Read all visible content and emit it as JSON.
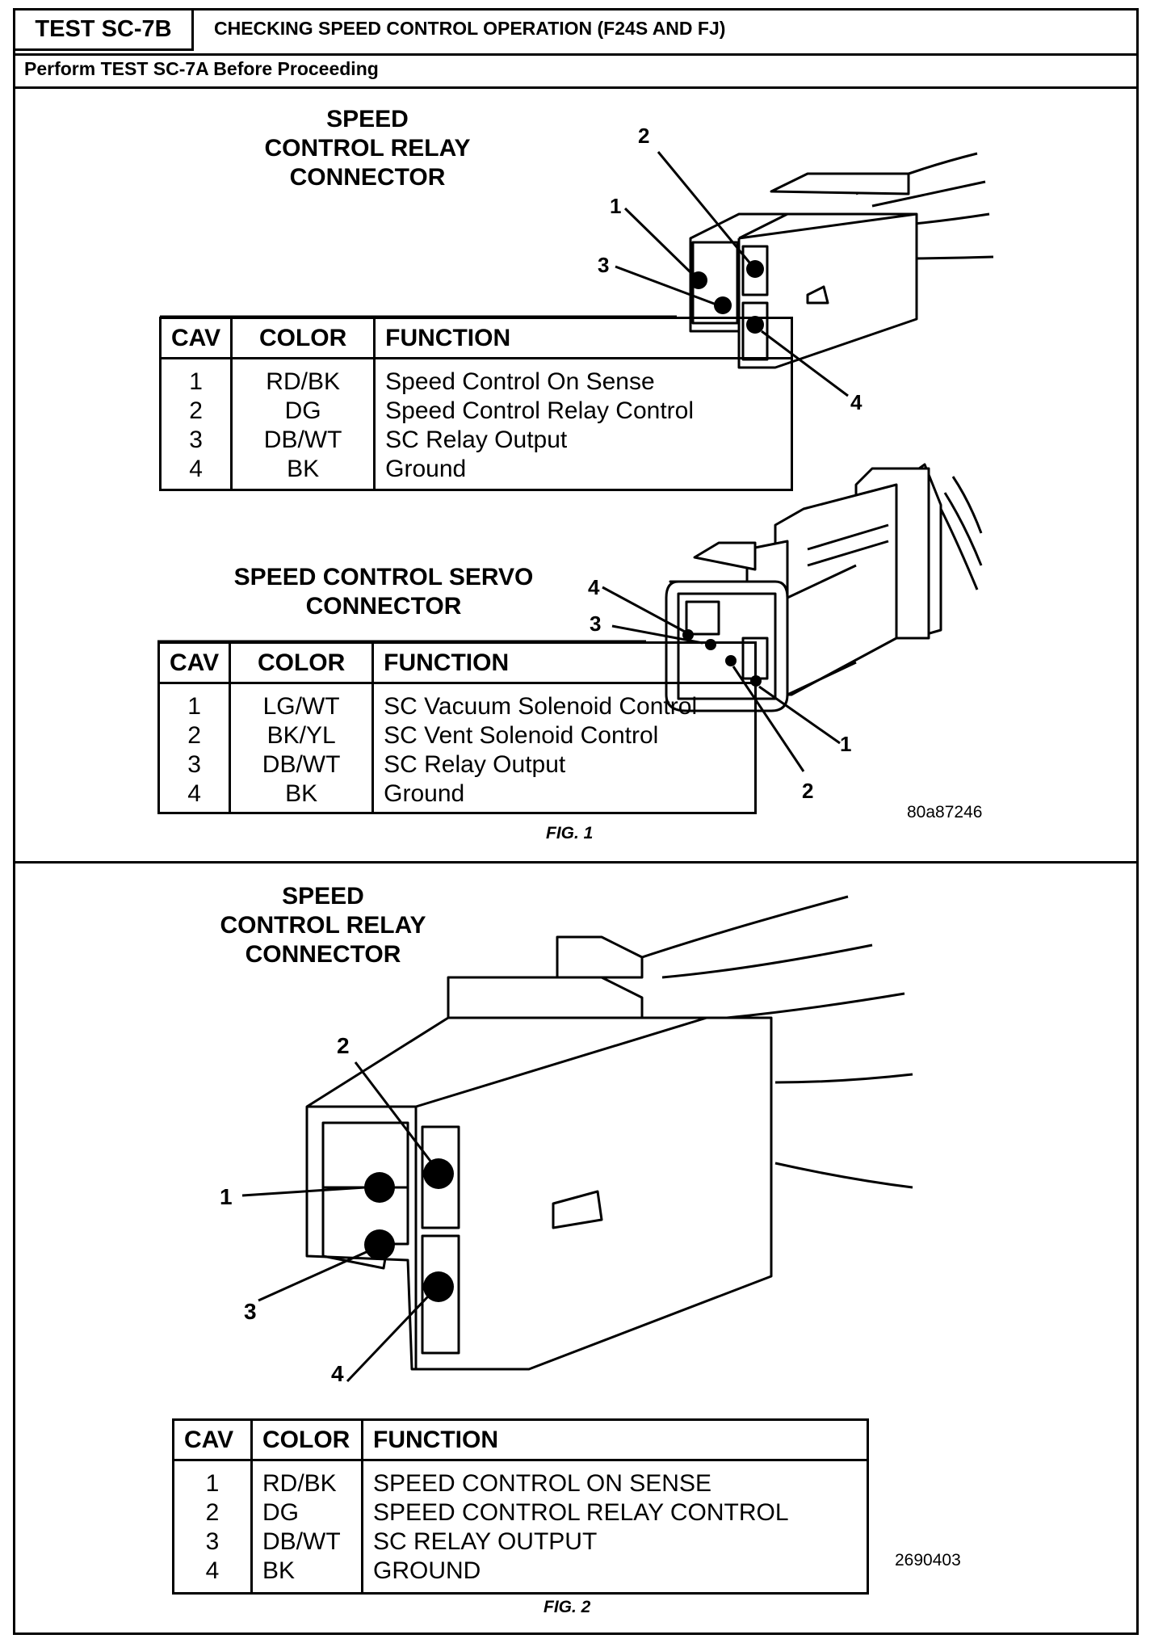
{
  "header": {
    "test_id": "TEST SC-7B",
    "title": "CHECKING SPEED CONTROL OPERATION (F24S AND FJ)",
    "subtitle": "Perform TEST SC-7A Before Proceeding"
  },
  "fig1": {
    "relay_label": [
      "SPEED",
      "CONTROL RELAY",
      "CONNECTOR"
    ],
    "servo_label": [
      "SPEED CONTROL SERVO",
      "CONNECTOR"
    ],
    "columns": [
      "CAV",
      "COLOR",
      "FUNCTION"
    ],
    "relay_rows": [
      {
        "cav": "1",
        "color": "RD/BK",
        "function": "Speed Control On Sense"
      },
      {
        "cav": "2",
        "color": "DG",
        "function": "Speed Control Relay Control"
      },
      {
        "cav": "3",
        "color": "DB/WT",
        "function": "SC Relay Output"
      },
      {
        "cav": "4",
        "color": "BK",
        "function": "Ground"
      }
    ],
    "servo_rows": [
      {
        "cav": "1",
        "color": "LG/WT",
        "function": "SC Vacuum Solenoid Control"
      },
      {
        "cav": "2",
        "color": "BK/YL",
        "function": "SC Vent Solenoid Control"
      },
      {
        "cav": "3",
        "color": "DB/WT",
        "function": "SC Relay Output"
      },
      {
        "cav": "4",
        "color": "BK",
        "function": "Ground"
      }
    ],
    "callouts": [
      "1",
      "2",
      "3",
      "4"
    ],
    "ref_number": "80a87246",
    "caption": "FIG. 1"
  },
  "fig2": {
    "relay_label": [
      "SPEED",
      "CONTROL RELAY",
      "CONNECTOR"
    ],
    "columns": [
      "CAV",
      "COLOR",
      "FUNCTION"
    ],
    "rows": [
      {
        "cav": "1",
        "color": "RD/BK",
        "function": "SPEED CONTROL ON SENSE"
      },
      {
        "cav": "2",
        "color": "DG",
        "function": "SPEED CONTROL RELAY CONTROL"
      },
      {
        "cav": "3",
        "color": "DB/WT",
        "function": "SC RELAY OUTPUT"
      },
      {
        "cav": "4",
        "color": "BK",
        "function": "GROUND"
      }
    ],
    "callouts": [
      "1",
      "2",
      "3",
      "4"
    ],
    "ref_number": "2690403",
    "caption": "FIG. 2"
  }
}
